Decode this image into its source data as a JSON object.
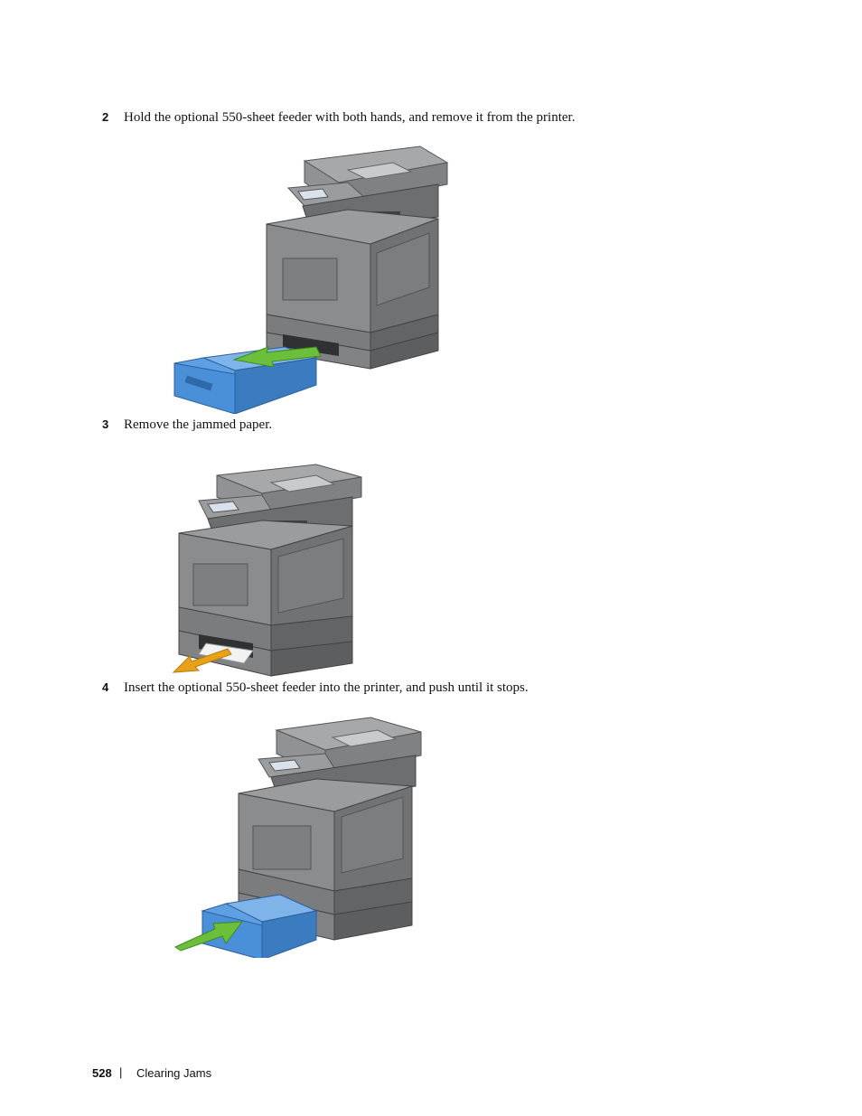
{
  "steps": [
    {
      "number": "2",
      "text": "Hold the optional 550-sheet feeder with both hands, and remove it from the printer."
    },
    {
      "number": "3",
      "text": "Remove the jammed paper."
    },
    {
      "number": "4",
      "text": "Insert the optional 550-sheet feeder into the printer, and push until it stops."
    }
  ],
  "footer": {
    "page_number": "528",
    "separator": "|",
    "section": "Clearing Jams"
  },
  "colors": {
    "printer_body": "#8e9092",
    "printer_dark": "#5f6163",
    "tray_blue": "#4a90d9",
    "arrow_green": "#6cbf3a",
    "arrow_orange": "#e8a21a"
  }
}
